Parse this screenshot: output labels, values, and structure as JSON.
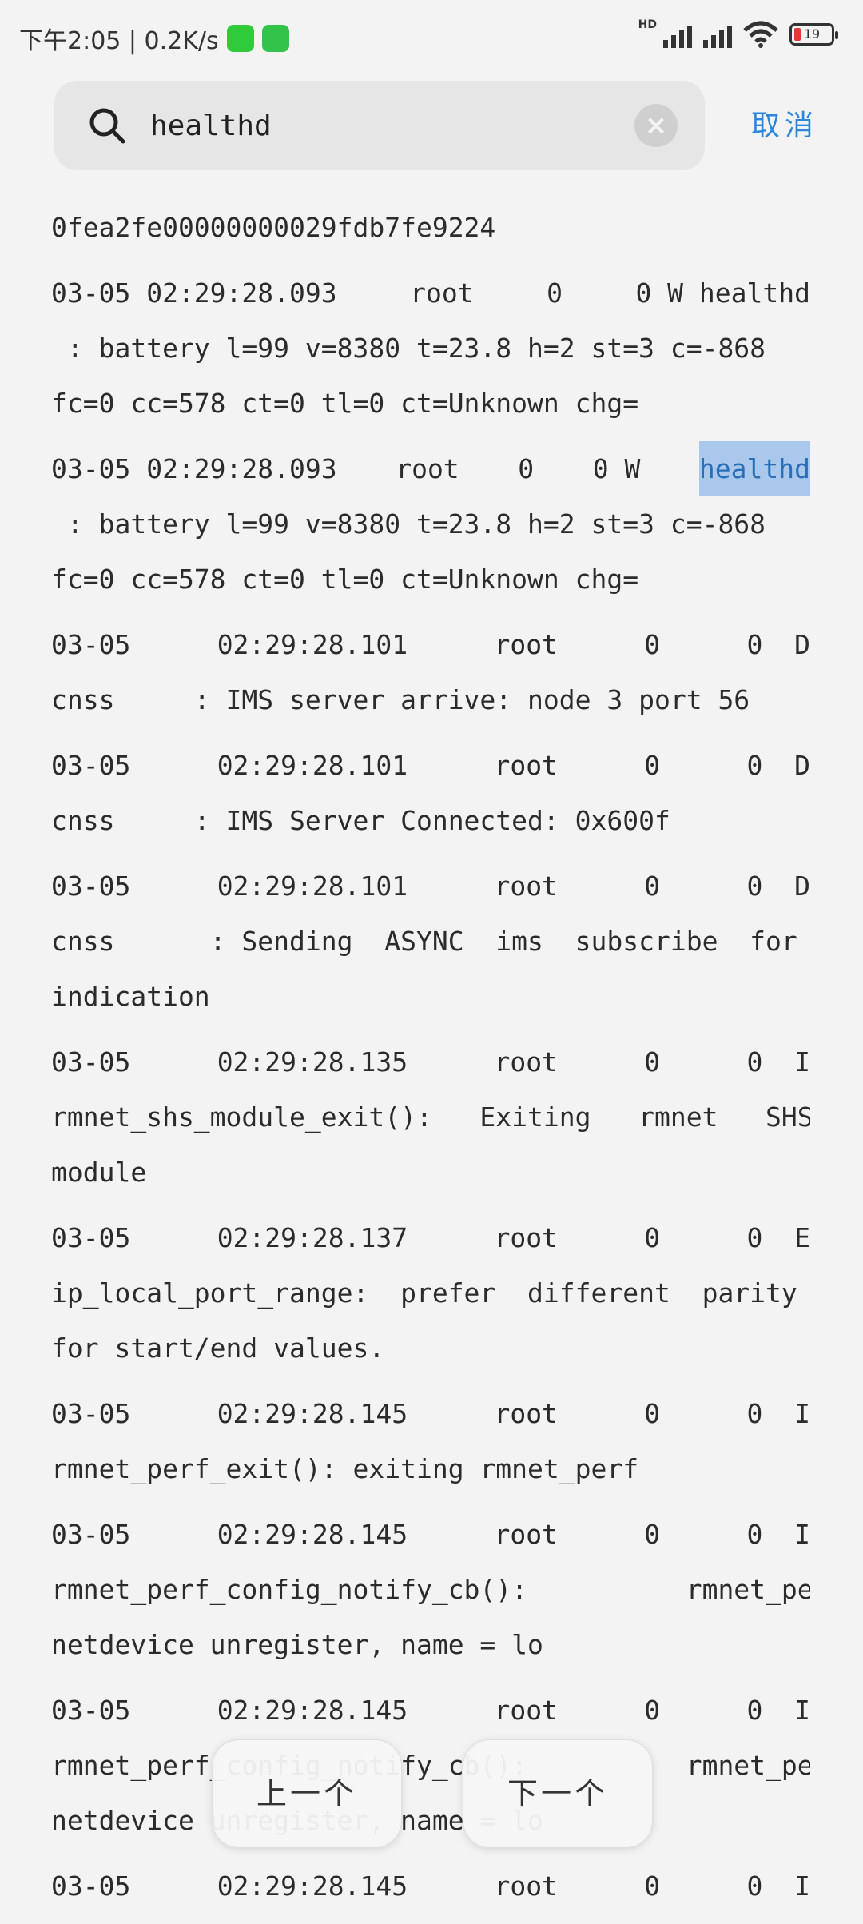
{
  "status_bar": {
    "time_speed": "下午2:05 | 0.2K/s",
    "network_badge": "HD",
    "battery_level": "19"
  },
  "search": {
    "query": "healthd",
    "clear_label": "×",
    "cancel_label": "取消"
  },
  "log": {
    "first_line": "0fea2fe00000000029fdb7fe9224",
    "entries": [
      {
        "head": [
          "03-05 02:29:28.093",
          "root",
          "0",
          "0 W healthd"
        ],
        "lines": [
          " : battery l=99 v=8380 t=23.8 h=2 st=3 c=-868",
          "fc=0 cc=578 ct=0 tl=0 ct=Unknown chg="
        ]
      },
      {
        "head": [
          "03-05 02:29:28.093",
          "root",
          "0",
          "0 W",
          "healthd"
        ],
        "lines": [
          " : battery l=99 v=8380 t=23.8 h=2 st=3 c=-868",
          "fc=0 cc=578 ct=0 tl=0 ct=Unknown chg="
        ]
      },
      {
        "head": [
          "03-05",
          "02:29:28.101",
          "root",
          "0",
          "0  D"
        ],
        "lines": [
          "cnss     : IMS server arrive: node 3 port 56"
        ]
      },
      {
        "head": [
          "03-05",
          "02:29:28.101",
          "root",
          "0",
          "0  D"
        ],
        "lines": [
          "cnss     : IMS Server Connected: 0x600f"
        ]
      },
      {
        "head": [
          "03-05",
          "02:29:28.101",
          "root",
          "0",
          "0  D"
        ],
        "lines": [
          "cnss      : Sending  ASYNC  ims  subscribe  for",
          "indication"
        ]
      },
      {
        "head": [
          "03-05",
          "02:29:28.135",
          "root",
          "0",
          "0  I"
        ],
        "lines": [
          "rmnet_shs_module_exit():   Exiting   rmnet   SHS",
          "module"
        ]
      },
      {
        "head": [
          "03-05",
          "02:29:28.137",
          "root",
          "0",
          "0  E"
        ],
        "lines": [
          "ip_local_port_range:  prefer  different  parity",
          "for start/end values."
        ]
      },
      {
        "head": [
          "03-05",
          "02:29:28.145",
          "root",
          "0",
          "0  I"
        ],
        "lines": [
          "rmnet_perf_exit(): exiting rmnet_perf"
        ]
      },
      {
        "head": [
          "03-05",
          "02:29:28.145",
          "root",
          "0",
          "0  I"
        ],
        "lines": [
          "rmnet_perf_config_notify_cb():          rmnet_perf",
          "netdevice unregister, name = lo"
        ]
      },
      {
        "head": [
          "03-05",
          "02:29:28.145",
          "root",
          "0",
          "0  I"
        ],
        "lines": [
          "rmnet_perf_config_notify_cb():          rmnet_perf",
          "netdevice unregister, name = lo"
        ]
      },
      {
        "head": [
          "03-05",
          "02:29:28.145",
          "root",
          "0",
          "0  I"
        ],
        "lines": []
      }
    ]
  },
  "nav": {
    "prev_label": "上一个",
    "next_label": "下一个"
  }
}
